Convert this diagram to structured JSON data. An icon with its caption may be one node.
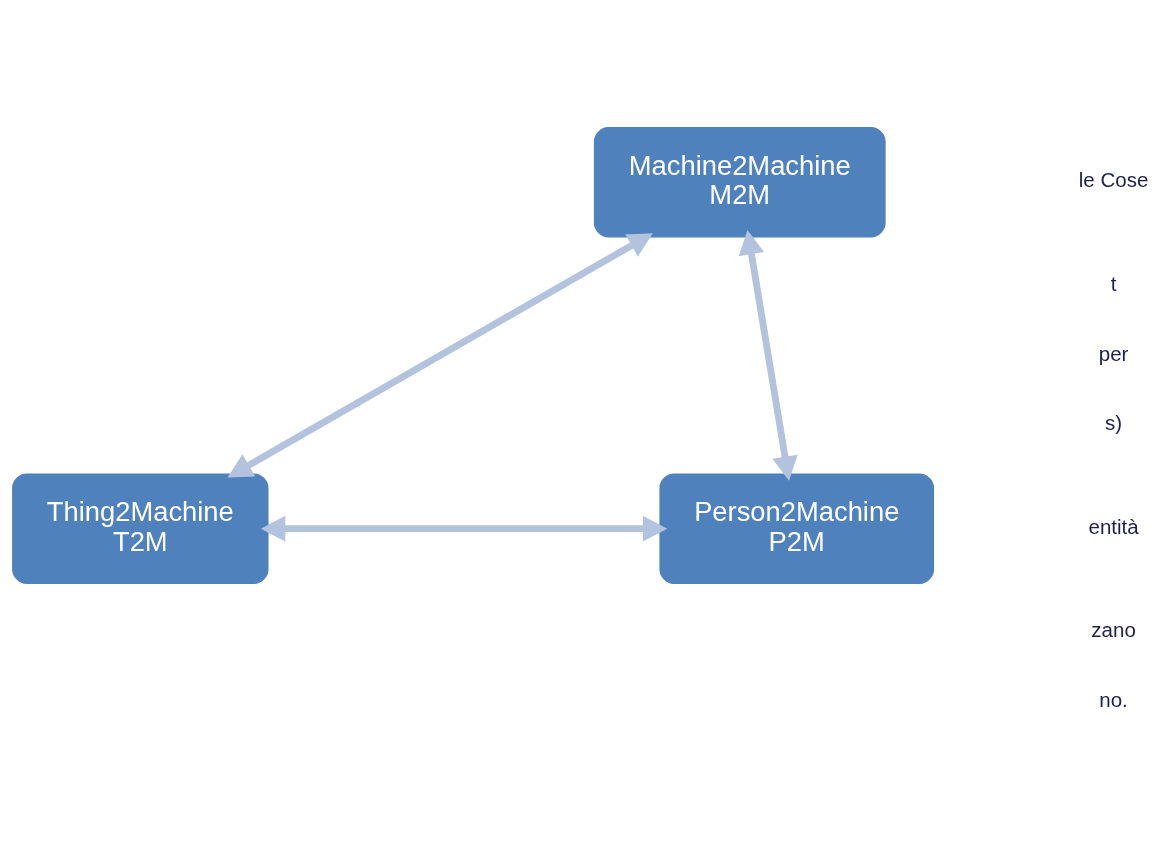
{
  "diagram": {
    "nodes": [
      {
        "text": [
          "Machine2Machine",
          "M2M"
        ]
      },
      {
        "text": [
          "Thing2Machine",
          "T2M"
        ]
      },
      {
        "text": [
          "Person2Machine",
          "P2M"
        ]
      }
    ],
    "edges": [
      {
        "from": 0,
        "to": 1,
        "arrow": "both"
      },
      {
        "from": 0,
        "to": 2,
        "arrow": "both"
      },
      {
        "from": 1,
        "to": 2,
        "arrow": "both"
      }
    ],
    "labels": [
      "le Cose",
      "t",
      "per",
      "s)",
      "entità",
      "zano",
      "no."
    ]
  }
}
